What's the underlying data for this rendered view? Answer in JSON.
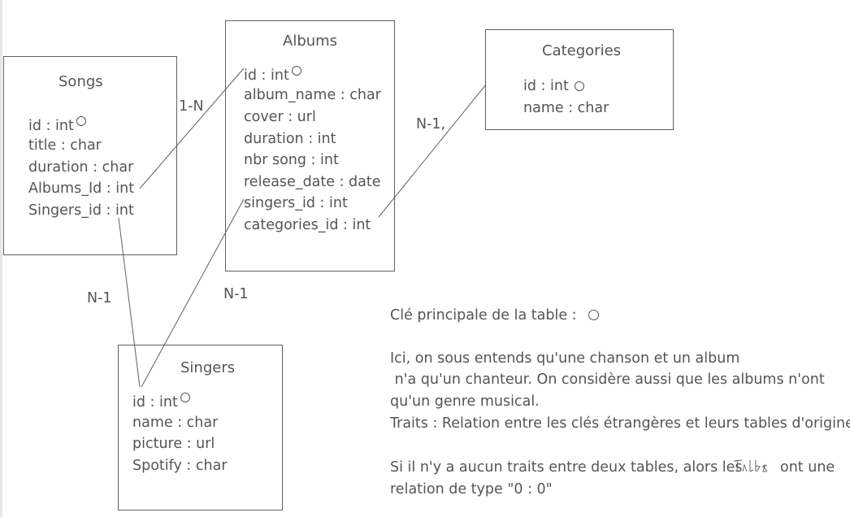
{
  "songs": {
    "title": "Songs",
    "fields": [
      "id : int",
      "title : char",
      "duration : char",
      "Albums_Id : int",
      "Singers_id : int"
    ]
  },
  "albums": {
    "title": "Albums",
    "fields": [
      "id : int",
      "album_name : char",
      "cover : url",
      "duration : int",
      "nbr song : int",
      "release_date : date",
      "singers_id : int",
      "categories_id : int"
    ]
  },
  "categories": {
    "title": "Categories",
    "fields": [
      "id : int",
      "name : char"
    ]
  },
  "singers": {
    "title": "Singers",
    "fields": [
      "id : int",
      "name : char",
      "picture : url",
      "Spotify : char"
    ]
  },
  "relations": {
    "songs_albums": "1-N",
    "albums_categories": "N-1,",
    "songs_singers": "N-1",
    "albums_singers": "N-1"
  },
  "notes": {
    "legend": "Clé principale de la table :",
    "line1": "Ici, on sous entends qu'une chanson et un album",
    "line2": " n'a qu'un chanteur. On considère aussi que les albums n'ont",
    "line3": "qu'un genre musical.",
    "line4": "Traits : Relation entre les clés étrangères et leurs tables d'origines",
    "line5a": "Si il n'y a aucun traits entre deux tables, alors les",
    "handwritten": "Tables",
    "line5b": "ont une",
    "line6": "relation de type \"0 : 0\""
  },
  "colors": {
    "stroke": "#5f5f5f",
    "text": "#555555"
  }
}
